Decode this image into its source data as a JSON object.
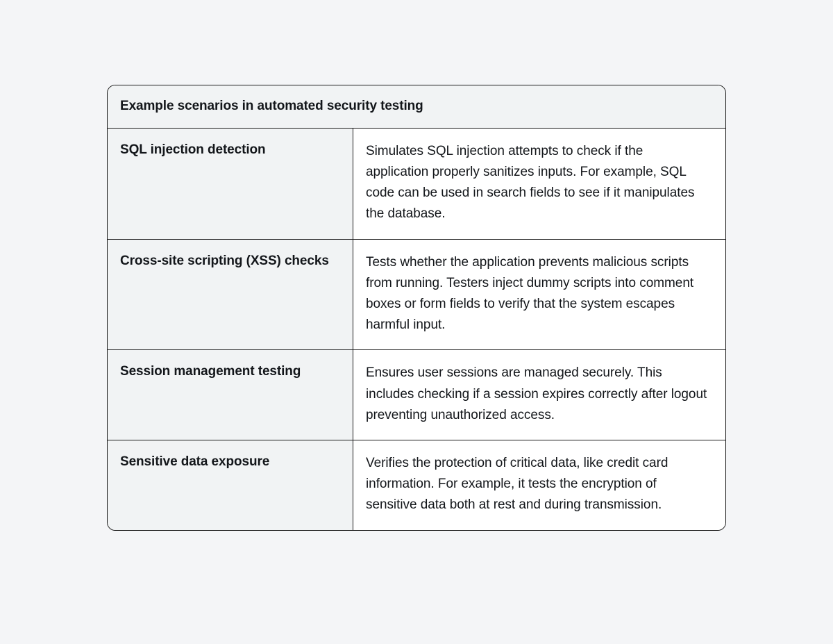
{
  "page": {
    "background_color": "#f4f5f7"
  },
  "table": {
    "title": "Example scenarios in automated security testing",
    "border_color": "#1a1a1a",
    "term_column_background": "#f1f3f4",
    "description_column_background": "#ffffff",
    "text_color": "#13161a",
    "rows": [
      {
        "term": "SQL injection detection",
        "description": "Simulates SQL injection attempts to check if the application properly sanitizes inputs. For example, SQL code can be used in search fields to see if it manipulates the database."
      },
      {
        "term": "Cross-site scripting (XSS) checks",
        "description": "Tests whether the application prevents malicious scripts from running. Testers inject dummy scripts into comment boxes or form fields to verify that the system escapes harmful input."
      },
      {
        "term": "Session management testing",
        "description": "Ensures user sessions are managed securely. This includes checking if a session expires correctly after logout preventing unauthorized access."
      },
      {
        "term": "Sensitive data exposure",
        "description": "Verifies the protection of critical data, like credit card information. For example, it tests the encryption of sensitive data both at rest and during transmission."
      }
    ]
  }
}
